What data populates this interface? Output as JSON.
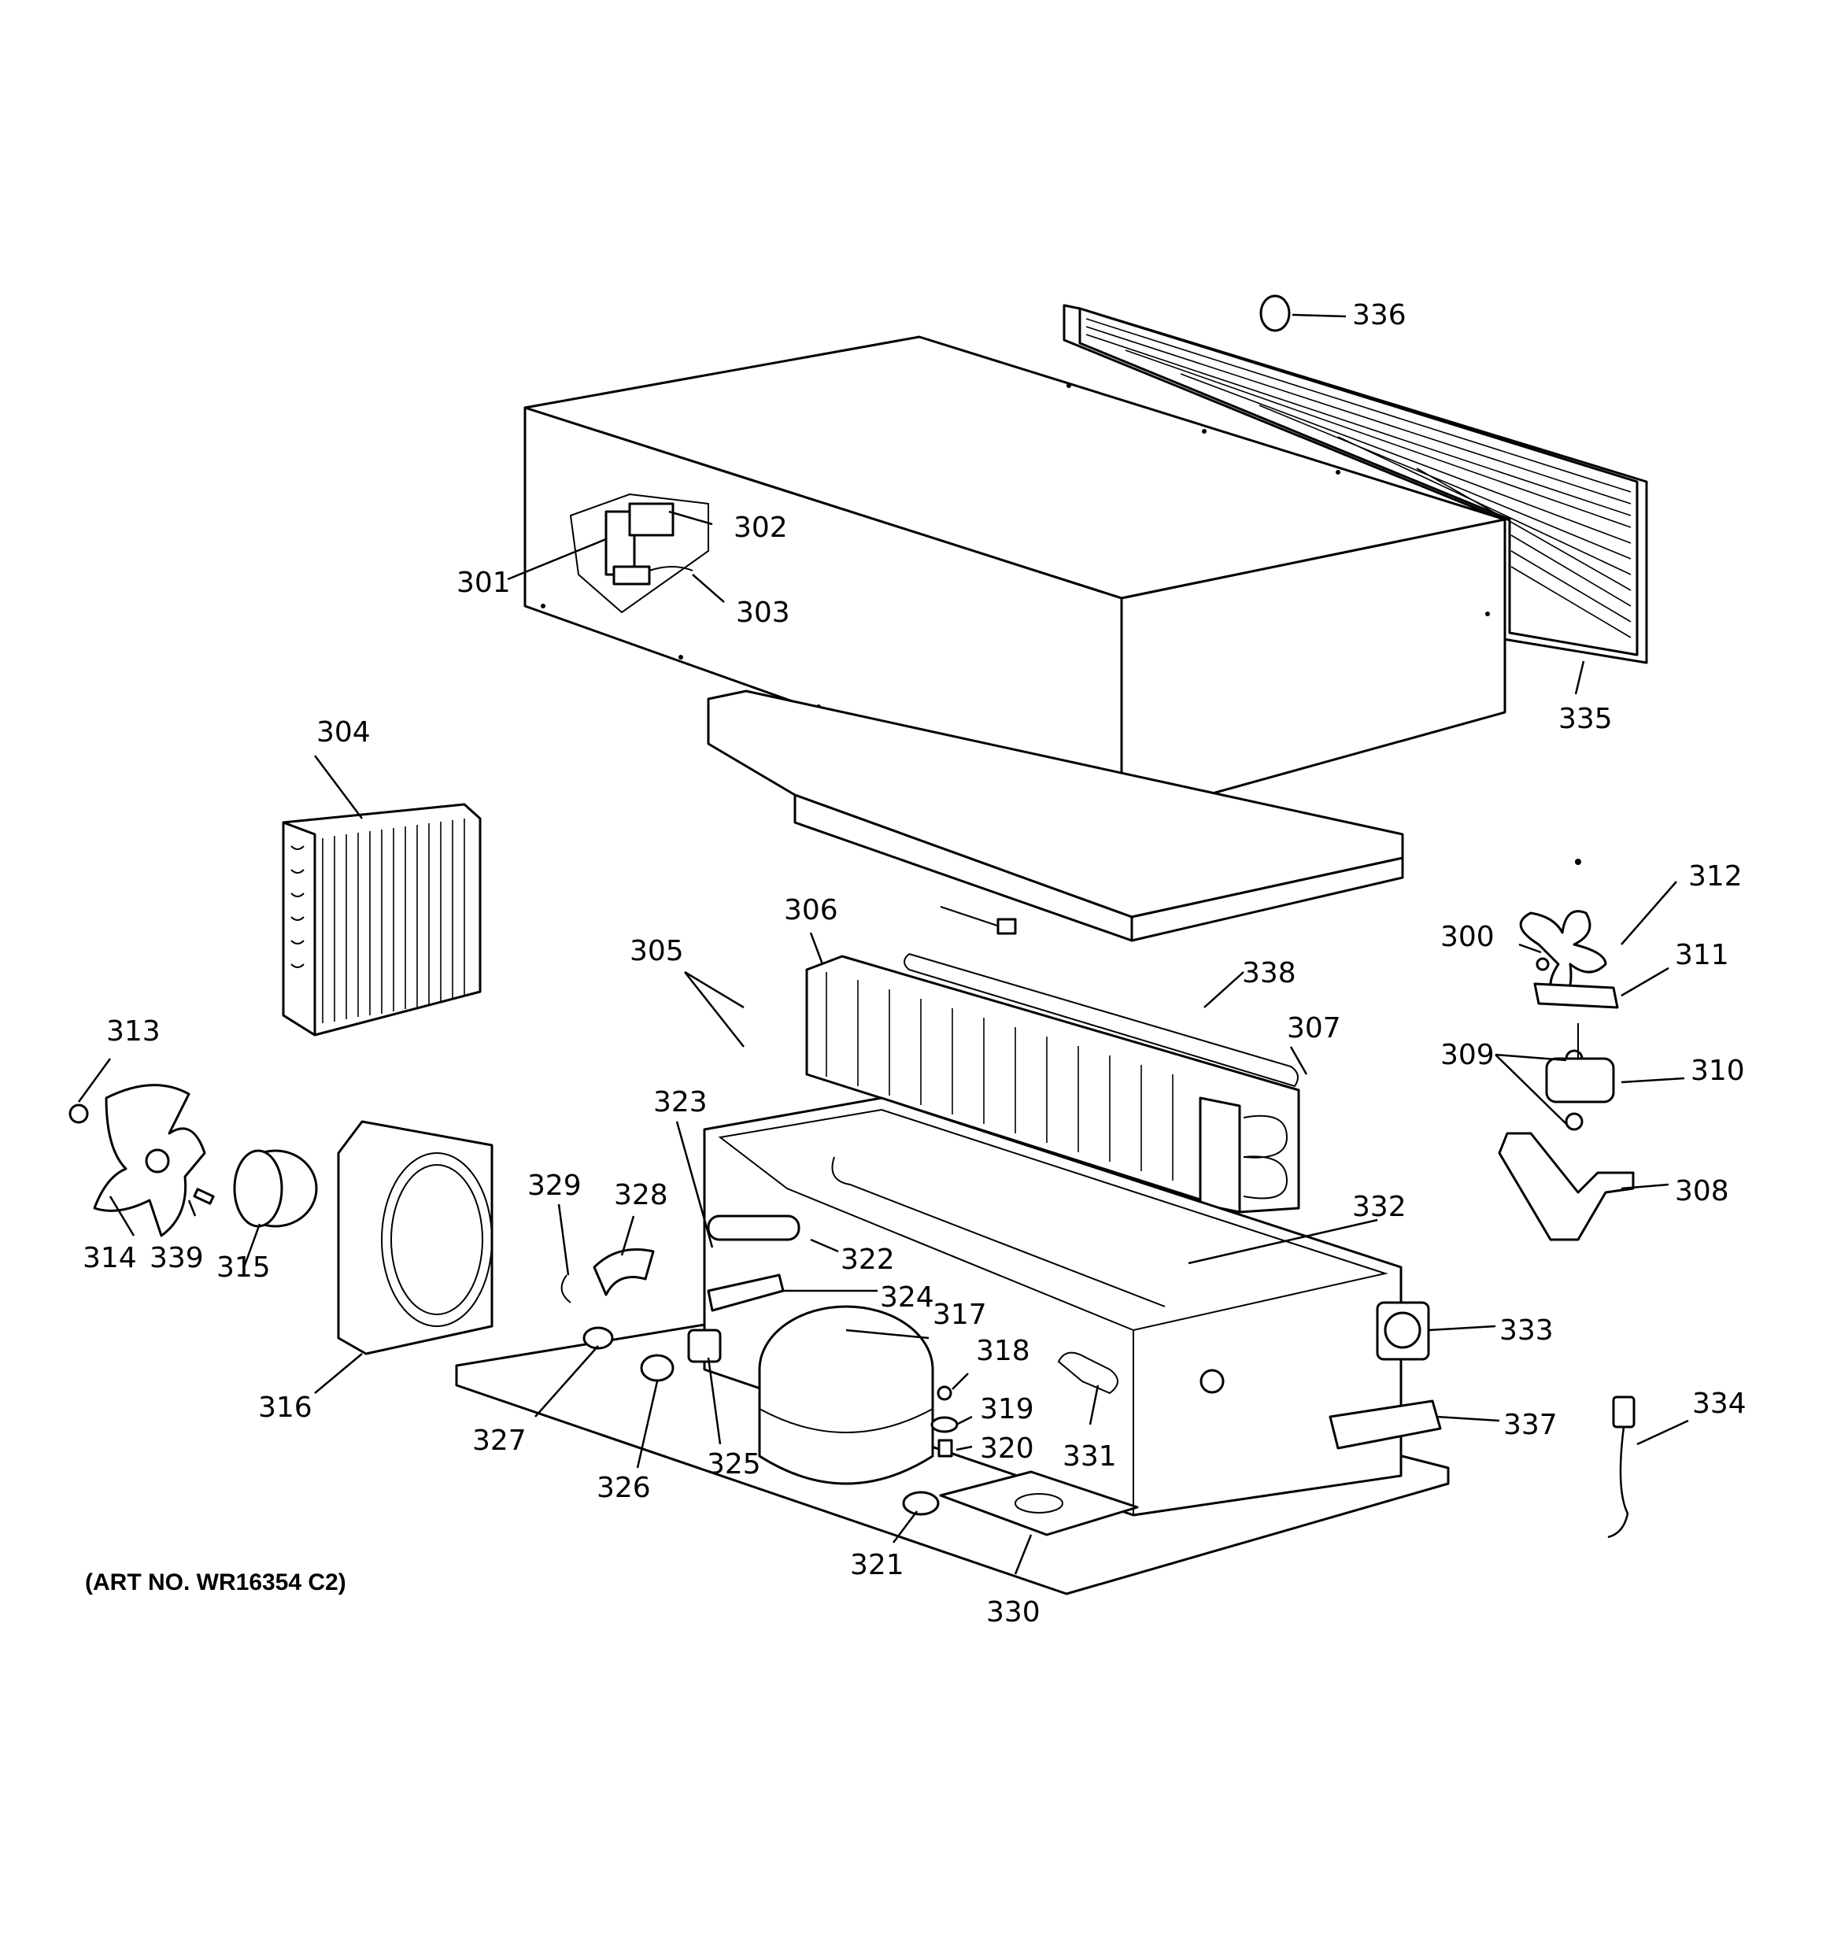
{
  "diagram": {
    "art_number": "(ART NO. WR16354 C2)",
    "callouts": [
      "300",
      "301",
      "302",
      "303",
      "304",
      "305",
      "306",
      "307",
      "308",
      "309",
      "310",
      "311",
      "312",
      "313",
      "314",
      "315",
      "316",
      "317",
      "318",
      "319",
      "320",
      "321",
      "322",
      "323",
      "324",
      "325",
      "326",
      "327",
      "328",
      "329",
      "330",
      "331",
      "332",
      "333",
      "334",
      "335",
      "336",
      "337",
      "338",
      "339"
    ]
  },
  "colors": {
    "line": "#000000",
    "background": "#ffffff"
  }
}
